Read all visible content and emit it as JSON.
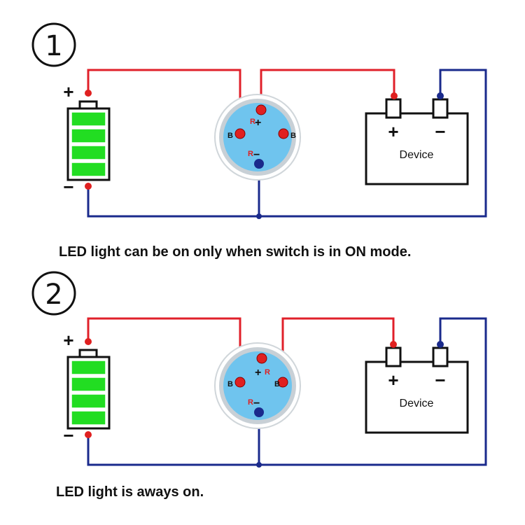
{
  "colors": {
    "positive_wire": "#e0202a",
    "negative_wire": "#1a2a8c",
    "battery_cell": "#22dd22",
    "switch_face": "#6fc4ee",
    "switch_ring": "#c8d0d6",
    "terminal_red": "#e02020",
    "terminal_blue": "#1a2a8c"
  },
  "icons": {
    "diagram_1": "circled-one-icon",
    "diagram_2": "circled-two-icon"
  },
  "diagram1": {
    "number": "①",
    "battery_plus": "+",
    "battery_minus": "−",
    "switch_pins": {
      "r_top": "R",
      "plus": "+",
      "b_left": "B",
      "b_right": "B",
      "r_bottom": "R",
      "minus": "−"
    },
    "device": {
      "label": "Device",
      "plus": "+",
      "minus": "−"
    },
    "caption": "LED light can be on only when switch is in ON mode."
  },
  "diagram2": {
    "number": "②",
    "battery_plus": "+",
    "battery_minus": "−",
    "switch_pins": {
      "r_top": "R",
      "plus": "+",
      "b_left": "B",
      "b_right": "B",
      "r_bottom": "R",
      "minus": "−"
    },
    "device": {
      "label": "Device",
      "plus": "+",
      "minus": "−"
    },
    "caption": "LED light is aways on."
  }
}
